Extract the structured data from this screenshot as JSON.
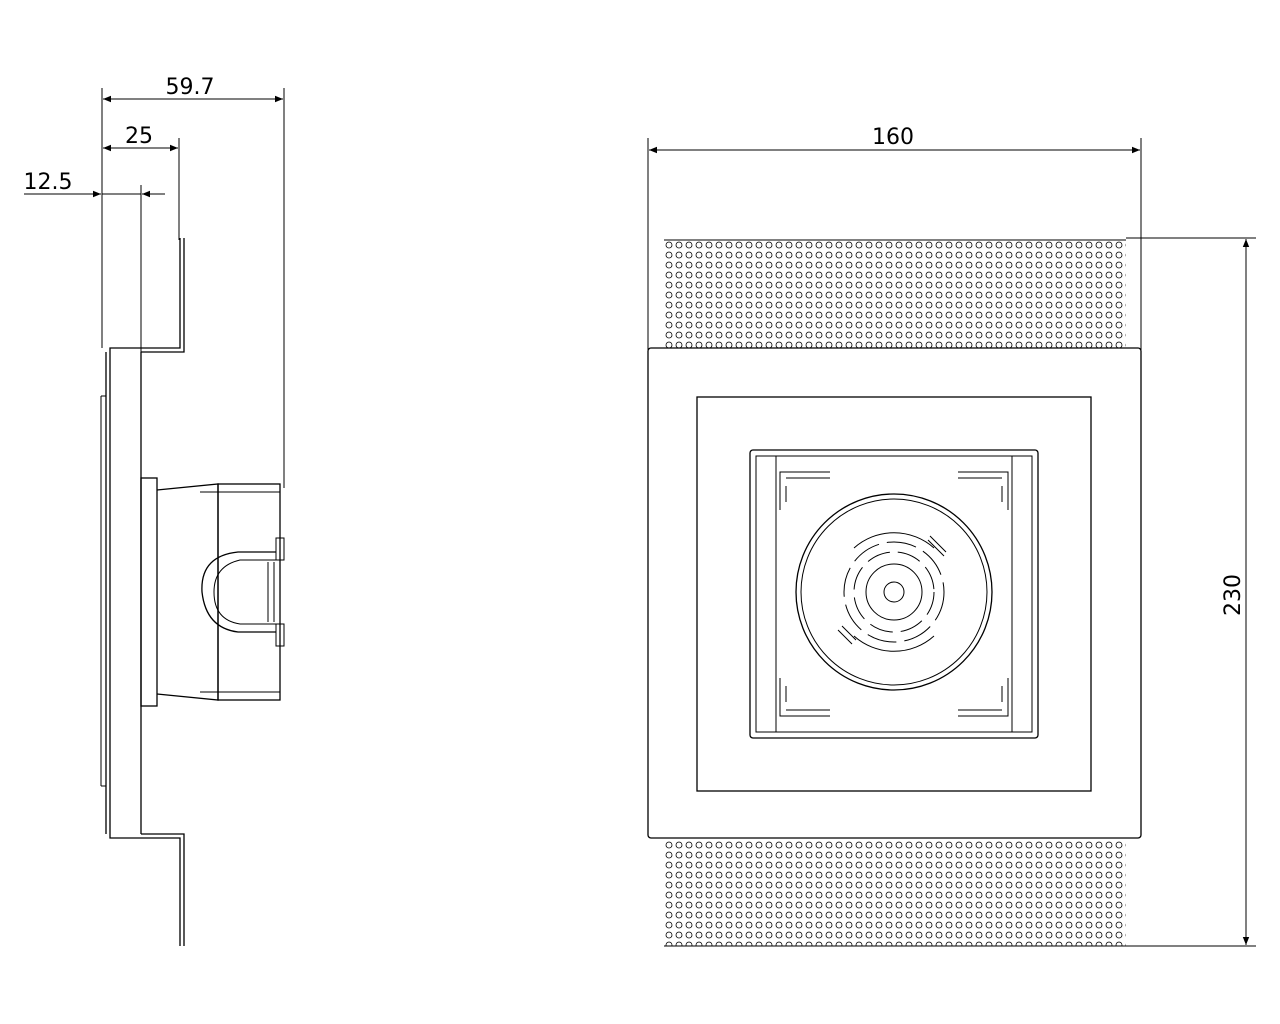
{
  "side_view": {
    "dim_overall": "59.7",
    "dim_depth": "25",
    "dim_plate": "12.5"
  },
  "front_view": {
    "dim_width": "160",
    "dim_height": "230"
  },
  "colors": {
    "line": "#000000",
    "background": "#ffffff"
  }
}
